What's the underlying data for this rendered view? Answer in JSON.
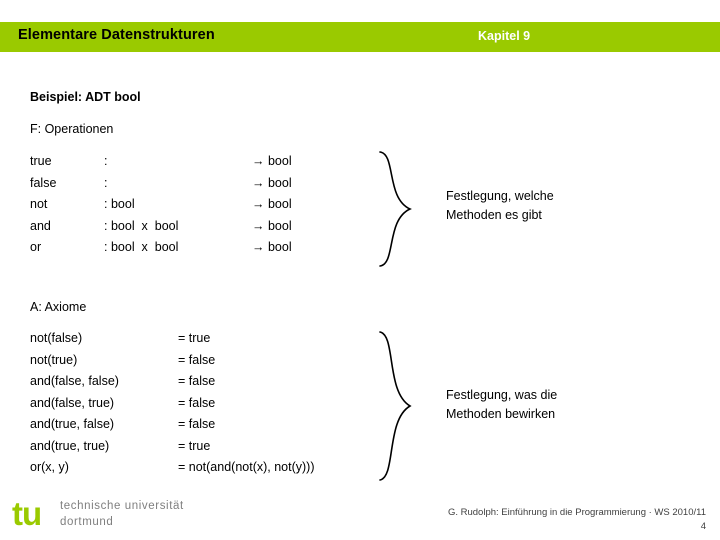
{
  "header": {
    "title": "Elementare Datenstrukturen",
    "chapter": "Kapitel 9",
    "bar_color": "#9ACA00",
    "chapter_color": "#FFFFFF"
  },
  "content": {
    "example_title": "Beispiel: ADT bool",
    "section_f_label": "F: Operationen",
    "section_a_label": "A: Axiome",
    "operations": [
      {
        "name": "true",
        "colon": ":",
        "domain": "",
        "arrow": "→ bool"
      },
      {
        "name": "false",
        "colon": ":",
        "domain": "",
        "arrow": "→ bool"
      },
      {
        "name": "not",
        "colon": ":",
        "domain": "bool",
        "arrow": "→ bool"
      },
      {
        "name": "and",
        "colon": ":",
        "domain": "bool  x  bool",
        "arrow": "→ bool"
      },
      {
        "name": "or",
        "colon": ":",
        "domain": "bool  x  bool",
        "arrow": "→ bool"
      }
    ],
    "axioms": [
      {
        "lhs": "not(false)",
        "rhs": "= true"
      },
      {
        "lhs": "not(true)",
        "rhs": "= false"
      },
      {
        "lhs": "and(false, false)",
        "rhs": "= false"
      },
      {
        "lhs": "and(false, true)",
        "rhs": "= false"
      },
      {
        "lhs": "and(true, false)",
        "rhs": "= false"
      },
      {
        "lhs": "and(true, true)",
        "rhs": "= true"
      },
      {
        "lhs": "or(x, y)",
        "rhs": "= not(and(not(x), not(y)))"
      }
    ],
    "note_operations_line1": "Festlegung, welche",
    "note_operations_line2": "Methoden es gibt",
    "note_axioms_line1": "Festlegung, was die",
    "note_axioms_line2": "Methoden bewirken"
  },
  "footer": {
    "logo_mark": "tu",
    "logo_line1": "technische universität",
    "logo_line2": "dortmund",
    "credit": "G. Rudolph: Einführung in die Programmierung · WS 2010/11",
    "page_number": "4",
    "logo_color": "#9ACA00"
  }
}
